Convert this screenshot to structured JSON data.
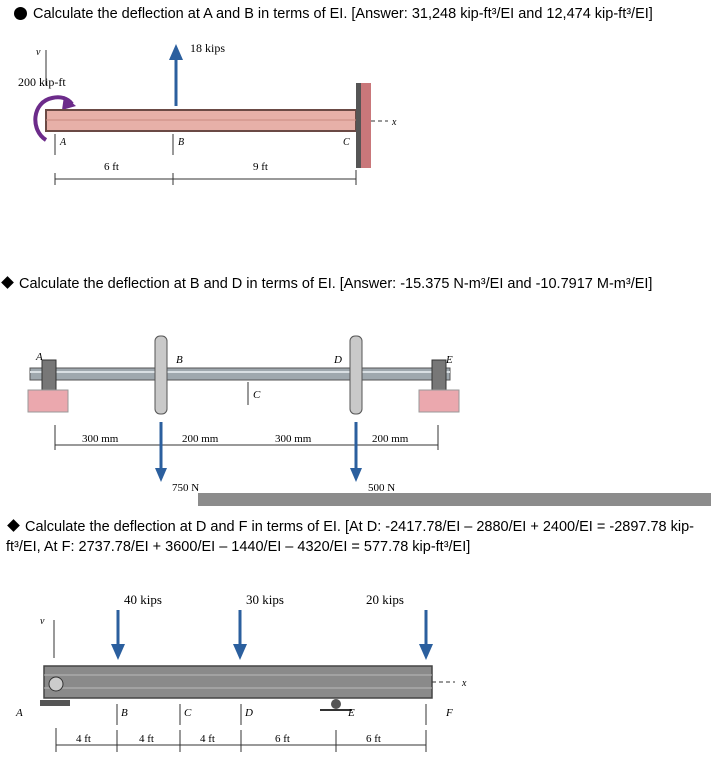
{
  "problem1": {
    "question": "Calculate the deflection at A and B in terms of EI. [Answer: 31,248 kip-ft³/EI and 12,474 kip-ft³/EI]",
    "figure": {
      "load": "18 kips",
      "moment": "200 kip-ft",
      "v_axis": "v",
      "x_axis": "x",
      "point_a": "A",
      "point_b": "B",
      "point_c": "C",
      "dim_ab": "6 ft",
      "dim_bc": "9 ft"
    }
  },
  "problem2": {
    "question": "Calculate the deflection at B and D in terms of EI. [Answer: -15.375 N-m³/EI and -10.7917 M-m³/EI]",
    "figure": {
      "point_a": "A",
      "point_b": "B",
      "point_c": "C",
      "point_d": "D",
      "point_e": "E",
      "dim_ab": "300 mm",
      "dim_bc": "200 mm",
      "dim_cd": "300 mm",
      "dim_de": "200 mm",
      "load_b": "750 N",
      "load_d": "500 N"
    }
  },
  "problem3": {
    "question": "Calculate the deflection at D and F in terms of EI. [At D: -2417.78/EI – 2880/EI + 2400/EI = -2897.78 kip-ft³/EI,   At F: 2737.78/EI + 3600/EI – 1440/EI – 4320/EI = 577.78 kip-ft³/EI]",
    "figure": {
      "load_b": "40 kips",
      "load_d": "30 kips",
      "load_f": "20 kips",
      "v_axis": "v",
      "x_axis": "x",
      "point_a": "A",
      "point_b": "B",
      "point_c": "C",
      "point_d": "D",
      "point_e": "E",
      "point_f": "F",
      "dim_ab": "4 ft",
      "dim_bc": "4 ft",
      "dim_cd": "4 ft",
      "dim_de": "6 ft",
      "dim_ef": "6 ft"
    }
  }
}
